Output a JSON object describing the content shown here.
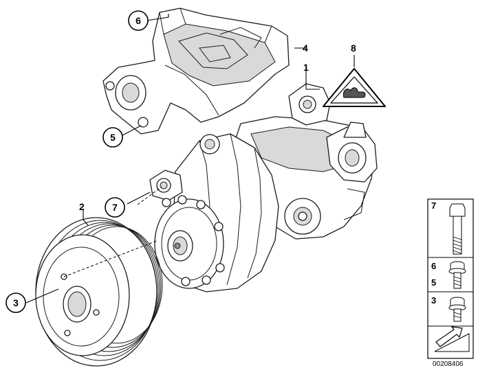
{
  "callouts": {
    "c1": "1",
    "c2": "2",
    "c3": "3",
    "c4": "4",
    "c5": "5",
    "c6": "6",
    "c7": "7",
    "c8": "8"
  },
  "legend": {
    "row_7": "7",
    "row_6": "6",
    "row_5": "5",
    "row_3": "3"
  },
  "warning_symbol": "caution-triangle-icon",
  "reference_number": "00208406",
  "colors": {
    "line": "#1a1a1a",
    "shade": "#d9d9d9",
    "background": "#ffffff"
  }
}
